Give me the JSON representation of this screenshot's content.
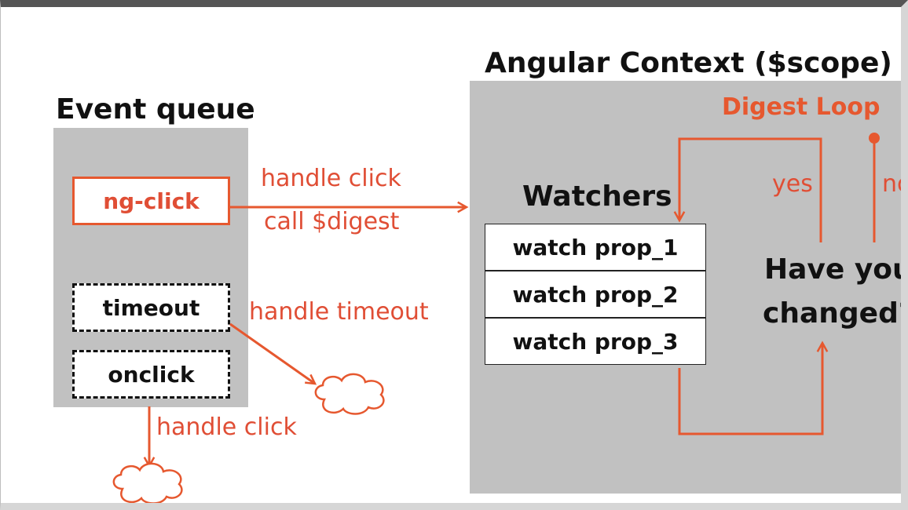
{
  "event_queue": {
    "title": "Event queue",
    "items": [
      "ng-click",
      "timeout",
      "onclick"
    ]
  },
  "labels": {
    "handle_click": "handle click",
    "call_digest": "call $digest",
    "handle_timeout": "handle timeout",
    "handle_click_2": "handle click"
  },
  "angular_context": {
    "title": "Angular Context ($scope)",
    "digest_loop": "Digest Loop",
    "watchers_title": "Watchers",
    "watchers": [
      "watch prop_1",
      "watch prop_2",
      "watch prop_3"
    ],
    "question_line1": "Have you",
    "question_line2": "changed?",
    "yes": "yes",
    "no": "no"
  },
  "colors": {
    "accent": "#e6582f",
    "label_red": "#e04e35",
    "panel_gray": "#c1c1c1",
    "text": "#111111"
  }
}
